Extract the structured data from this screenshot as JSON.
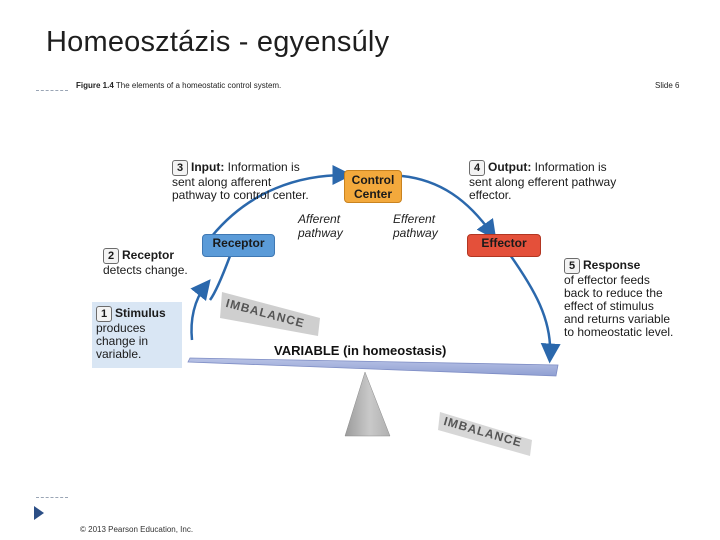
{
  "slide": {
    "title": "Homeosztázis - egyensúly",
    "figure_label": "Figure 1.4",
    "figure_caption": "The elements of a homeostatic control system.",
    "slide_number": "Slide 6",
    "copyright": "© 2013 Pearson Education, Inc."
  },
  "diagram": {
    "control_center": "Control Center",
    "receptor": "Receptor",
    "effector": "Effector",
    "afferent": "Afferent pathway",
    "efferent": "Efferent pathway",
    "steps": {
      "input": {
        "num": "3",
        "title": "Input:",
        "text": "Information is sent along afferent pathway to control center."
      },
      "output": {
        "num": "4",
        "title": "Output:",
        "text": "Information is sent along efferent pathway effector."
      },
      "receptor": {
        "num": "2",
        "title": "Receptor",
        "text": "detects change."
      },
      "stimulus": {
        "num": "1",
        "title": "Stimulus",
        "text": "produces change in variable."
      },
      "response": {
        "num": "5",
        "title": "Response",
        "text": "of effector feeds back to reduce the effect of stimulus and returns variable to homeostatic level."
      }
    },
    "variable_label": "VARIABLE (in homeostasis)",
    "imbalance_upper": "IMBALANCE",
    "imbalance_lower": "IMBALANCE",
    "colors": {
      "receptor": "#5b9bd8",
      "effector": "#e4503a",
      "control_center": "#f3a93c",
      "arrow": "#2b68ac",
      "beam": "#9aa8d8"
    }
  }
}
